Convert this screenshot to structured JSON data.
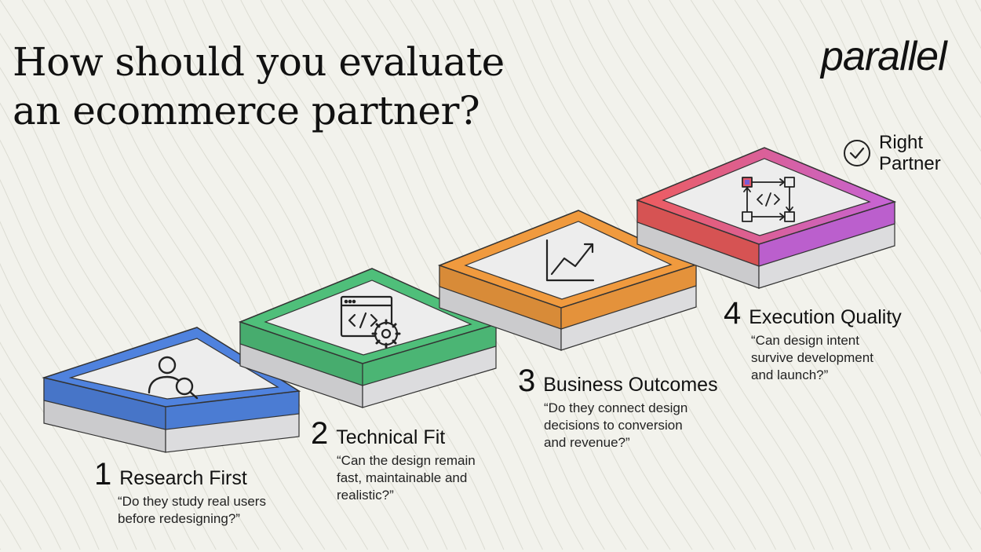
{
  "header": {
    "title_line1": "How should you evaluate",
    "title_line2": "an ecommerce partner?",
    "logo_text": "parallel"
  },
  "right_partner": {
    "label": "Right Partner",
    "icon": "check-circle-icon"
  },
  "steps": [
    {
      "number": "1",
      "title": "Research First",
      "quote": "“Do they study real users\nbefore redesigning?”",
      "icon": "user-search-icon",
      "color": "#4f82de"
    },
    {
      "number": "2",
      "title": "Technical Fit",
      "quote": "“Can the design remain\nfast, maintainable and\nrealistic?”",
      "icon": "code-gear-icon",
      "color": "#4fbf7a"
    },
    {
      "number": "3",
      "title": "Business Outcomes",
      "quote": "“Do they connect design\ndecisions to conversion\nand revenue?”",
      "icon": "trend-chart-icon",
      "color": "#f09a3e"
    },
    {
      "number": "4",
      "title": "Execution Quality",
      "quote": "“Can design intent\nsurvive development\nand launch?”",
      "icon": "workflow-code-icon",
      "color_left": "#ee5c5c",
      "color_right": "#c564d8"
    }
  ]
}
